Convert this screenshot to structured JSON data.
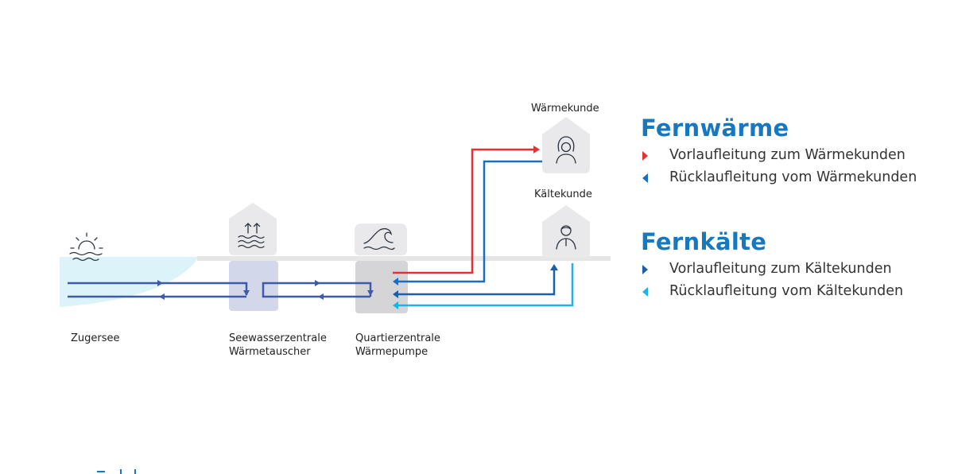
{
  "colors": {
    "district_heating_flow": "#e8302f",
    "district_heating_return": "#1a6fbf",
    "district_cooling_flow": "#1a5fae",
    "district_cooling_return": "#1ab4ea",
    "lake_loop": "#3f5ba8",
    "title_blue": "#1777bf"
  },
  "nodes": {
    "lake": {
      "label": "Zugersee",
      "icon": "sunset-over-water-icon"
    },
    "seawater_station": {
      "label_line1": "Seewasserzentrale",
      "label_line2": "Wärmetauscher",
      "icon": "rising-heat-waves-icon"
    },
    "district_station": {
      "label_line1": "Quartierzentrale",
      "label_line2": "Wärmepumpe",
      "icon": "wave-icon"
    },
    "heat_customer": {
      "label": "Wärmekunde",
      "icon": "woman-avatar-icon"
    },
    "cooling_customer": {
      "label": "Kältekunde",
      "icon": "man-avatar-icon"
    }
  },
  "legend": {
    "heating": {
      "title": "Fernwärme",
      "flow_label": "Vorlaufleitung zum Wärmekunden",
      "return_label": "Rücklaufleitung vom Wärmekunden"
    },
    "cooling": {
      "title": "Fernkälte",
      "flow_label": "Vorlaufleitung zum Kältekunden",
      "return_label": "Rücklaufleitung vom Kältekunden"
    }
  }
}
